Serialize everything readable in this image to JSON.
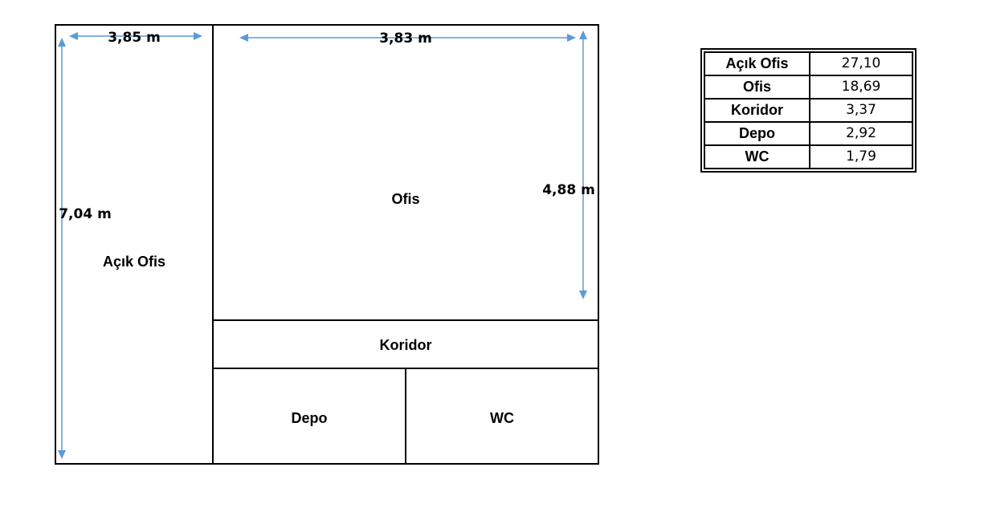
{
  "floor_plan": {
    "rooms": {
      "acik_ofis": "Açık Ofis",
      "ofis": "Ofis",
      "koridor": "Koridor",
      "depo": "Depo",
      "wc": "WC"
    },
    "dimensions": {
      "acik_ofis_width": "3,85 m",
      "ofis_width": "3,83 m",
      "ofis_height": "4,88 m",
      "acik_ofis_height": "7,04 m"
    },
    "dimension_line_color": "#5b9bd5",
    "wall_color": "#000000"
  },
  "area_table": {
    "rows": [
      {
        "room": "Açık Ofis",
        "area": "27,10"
      },
      {
        "room": "Ofis",
        "area": "18,69"
      },
      {
        "room": "Koridor",
        "area": "3,37"
      },
      {
        "room": "Depo",
        "area": "2,92"
      },
      {
        "room": "WC",
        "area": "1,79"
      }
    ]
  }
}
